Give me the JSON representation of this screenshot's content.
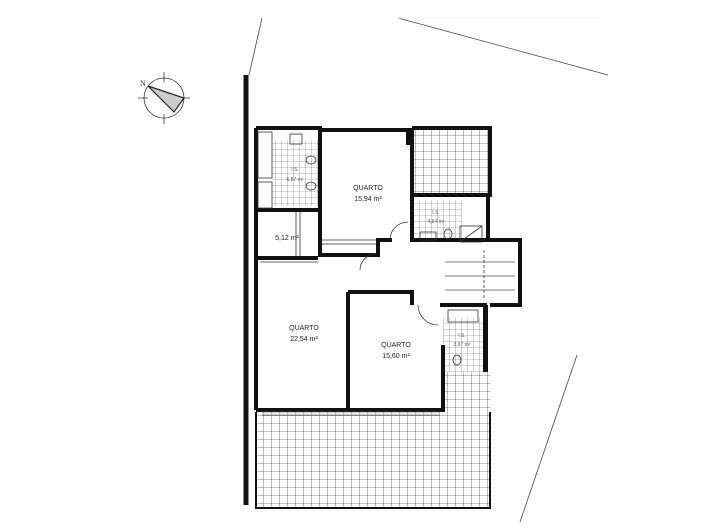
{
  "compass": {
    "north_label": "N"
  },
  "rooms": [
    {
      "id": "bathroom-1",
      "name": "I.S.",
      "area": "6,87 m²"
    },
    {
      "id": "storage",
      "name": "",
      "area": "5,12 m²"
    },
    {
      "id": "bedroom-1",
      "name": "QUARTO",
      "area": "15,94 m²"
    },
    {
      "id": "bathroom-2",
      "name": "I.S.",
      "area": "4,64 m²"
    },
    {
      "id": "bedroom-2",
      "name": "QUARTO",
      "area": "22,54 m²"
    },
    {
      "id": "bedroom-3",
      "name": "QUARTO",
      "area": "15,60 m²"
    },
    {
      "id": "bathroom-3",
      "name": "I.S.",
      "area": "3,97 m²"
    }
  ]
}
